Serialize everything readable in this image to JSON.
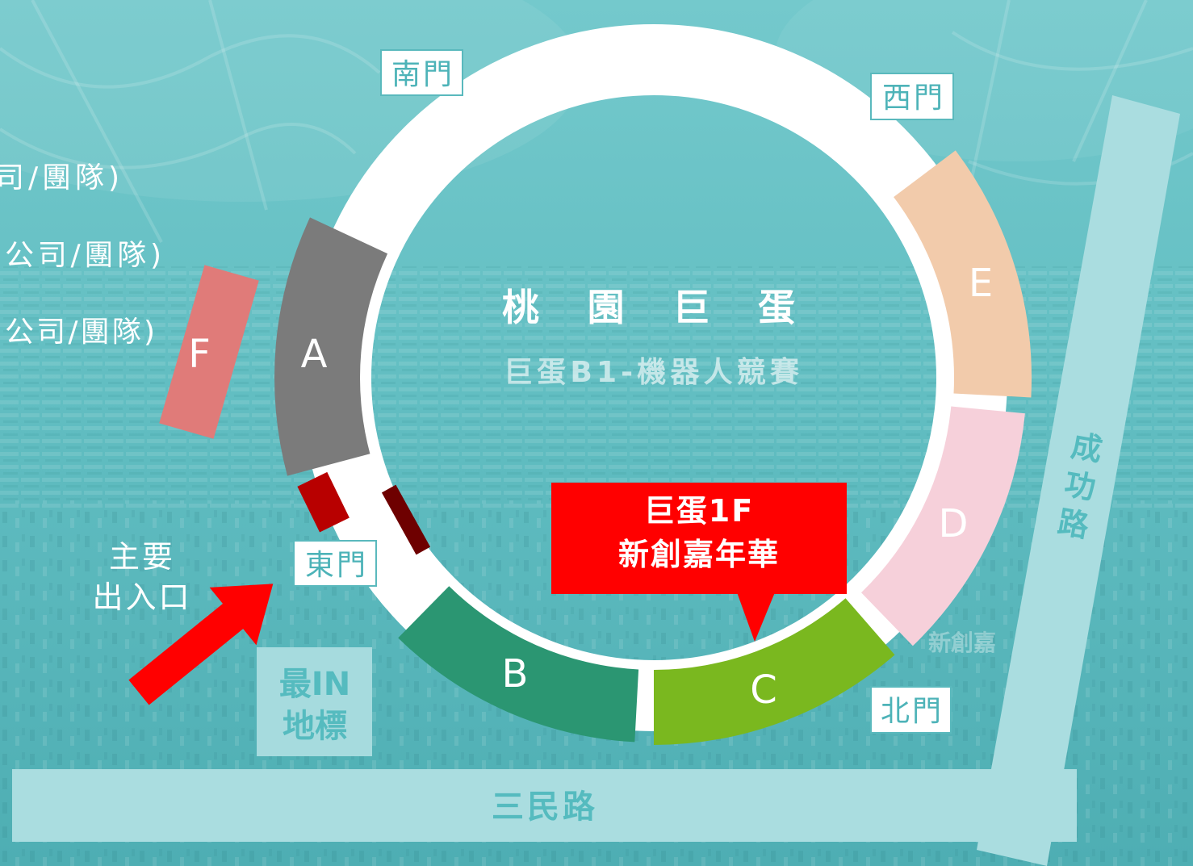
{
  "venue": {
    "title": "桃 園 巨 蛋",
    "subtitle": "巨蛋B1-機器人競賽"
  },
  "zones": [
    {
      "label": "A",
      "color": "#7b7b7b"
    },
    {
      "label": "B",
      "color": "#2b9672"
    },
    {
      "label": "C",
      "color": "#7ab81f"
    },
    {
      "label": "D",
      "color": "#f6d0da"
    },
    {
      "label": "E",
      "color": "#f2cbab"
    },
    {
      "label": "F",
      "color": "#e07b79"
    }
  ],
  "gates": {
    "south": "南門",
    "west": "西門",
    "east": "東門",
    "north": "北門"
  },
  "callout": {
    "line1": "巨蛋1F",
    "line2": "新創嘉年華",
    "color": "#ff0000"
  },
  "main_entrance": {
    "line1": "主要",
    "line2": "出入口",
    "arrow_color": "#ff0000"
  },
  "landmark": {
    "line1": "最IN",
    "line2": "地標"
  },
  "roads": {
    "chenggong": "成功路",
    "sanmin": "三民路",
    "color": "#aadde0",
    "text_color": "#55bbbf"
  },
  "side_labels": [
    "司/團隊)",
    "公司/團隊)",
    "公司/團隊)"
  ],
  "background_banner": "新創嘉",
  "colors": {
    "background": "#62bec2",
    "ring": "#ffffff",
    "gate_text": "#4db3b8",
    "gate_box": "#ffffff",
    "marker_red": "#b80000",
    "marker_dark_red": "#6e0000",
    "landmark_box": "#a6dbde"
  }
}
